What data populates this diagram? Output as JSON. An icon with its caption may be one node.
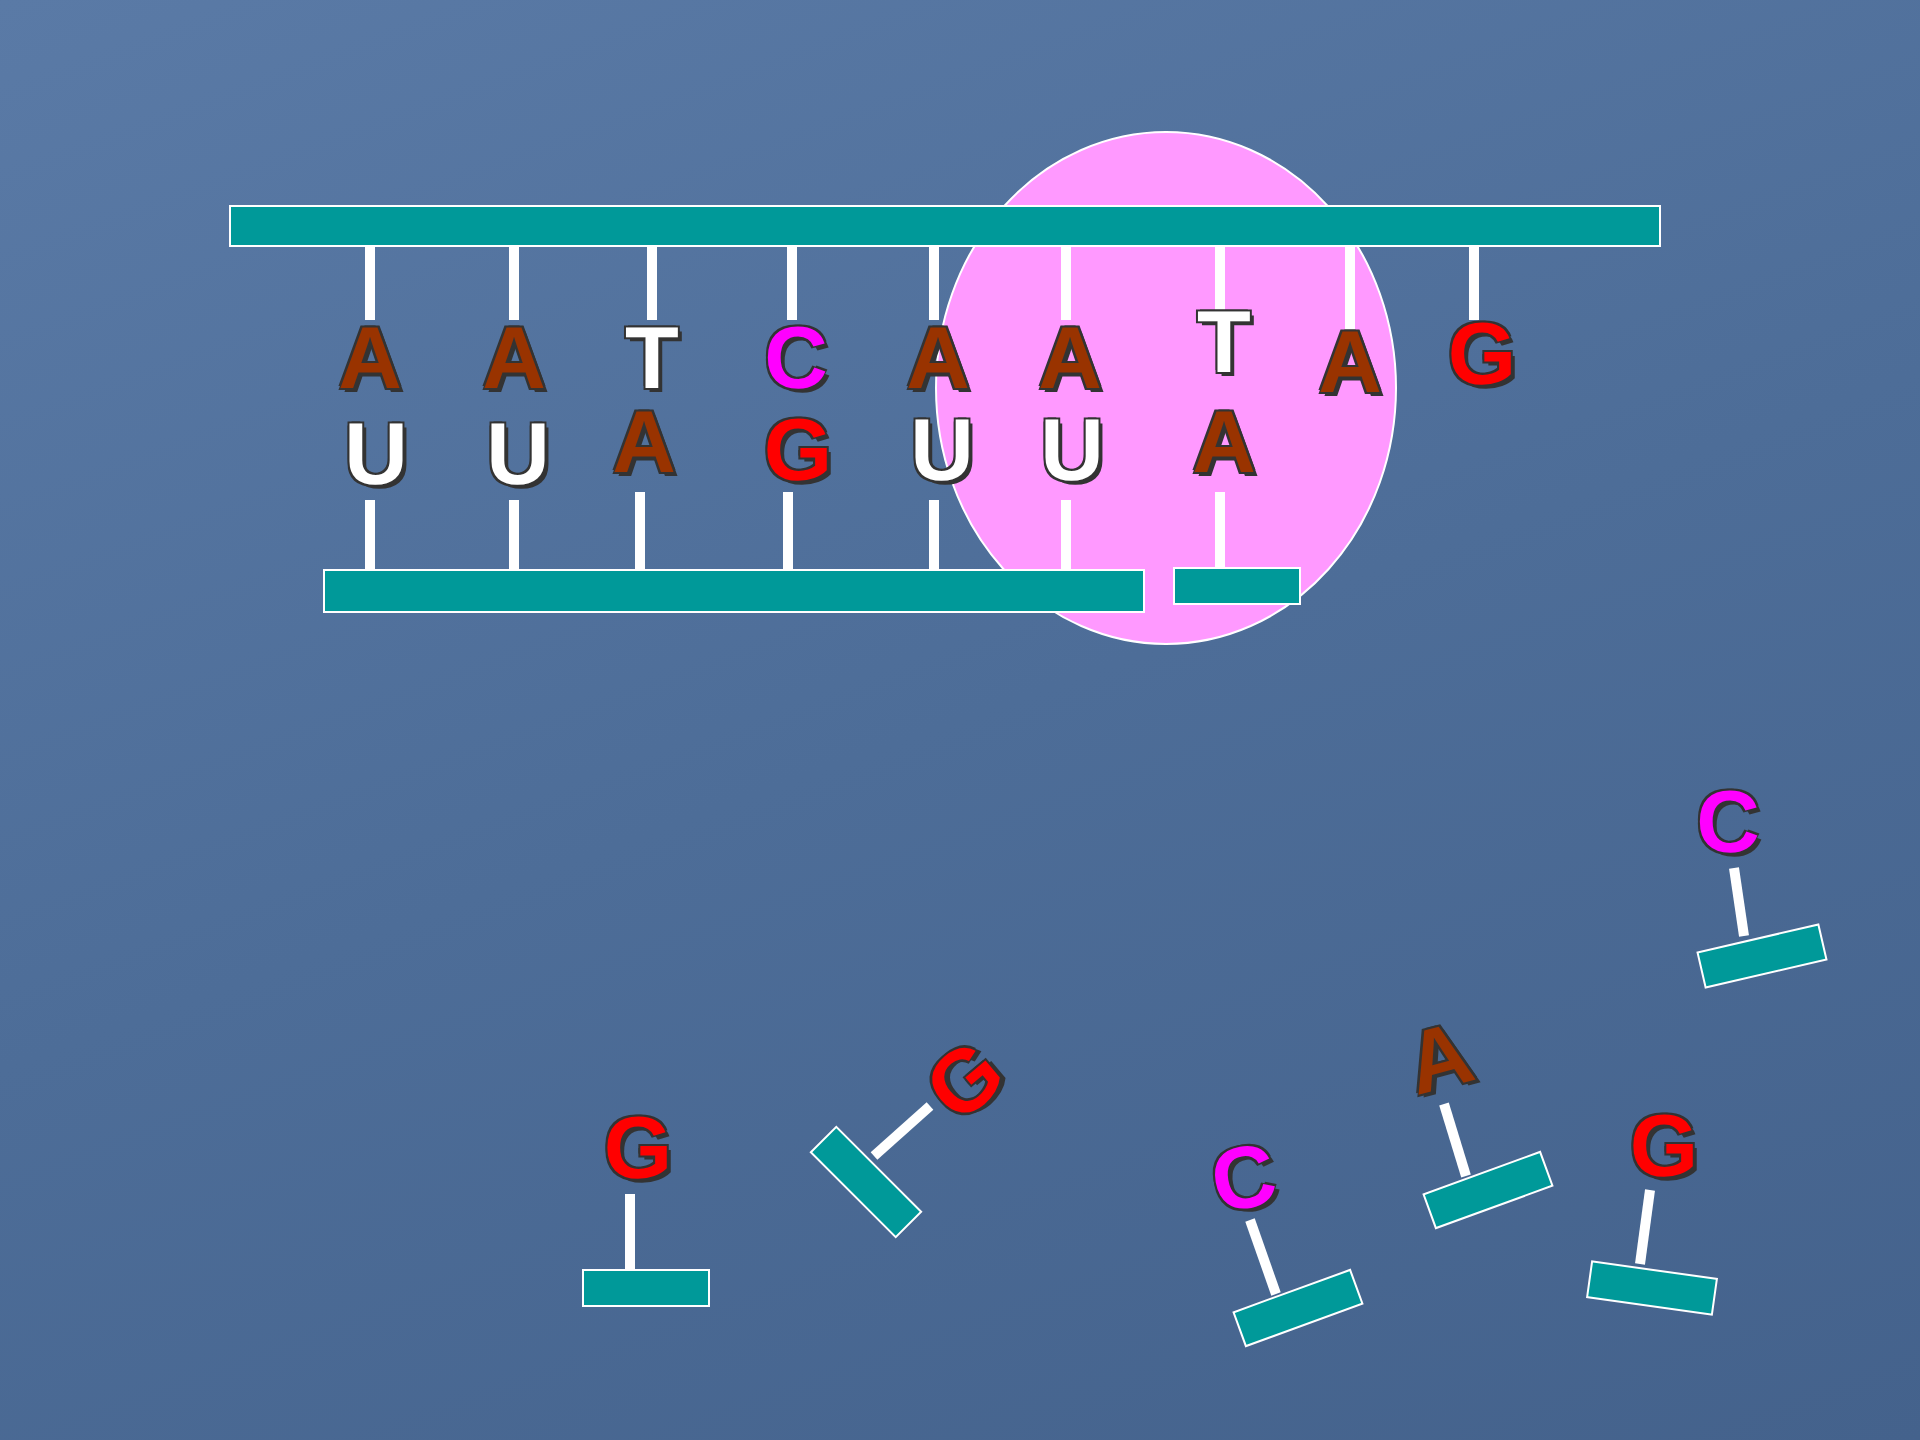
{
  "diagram": {
    "labels": [
      "A",
      "A",
      "T",
      "C",
      "A",
      "A",
      "T",
      "A",
      "G",
      "U",
      "U",
      "A",
      "G",
      "U",
      "U",
      "A",
      "C",
      "G",
      "G",
      "C",
      "A",
      "G"
    ]
  }
}
